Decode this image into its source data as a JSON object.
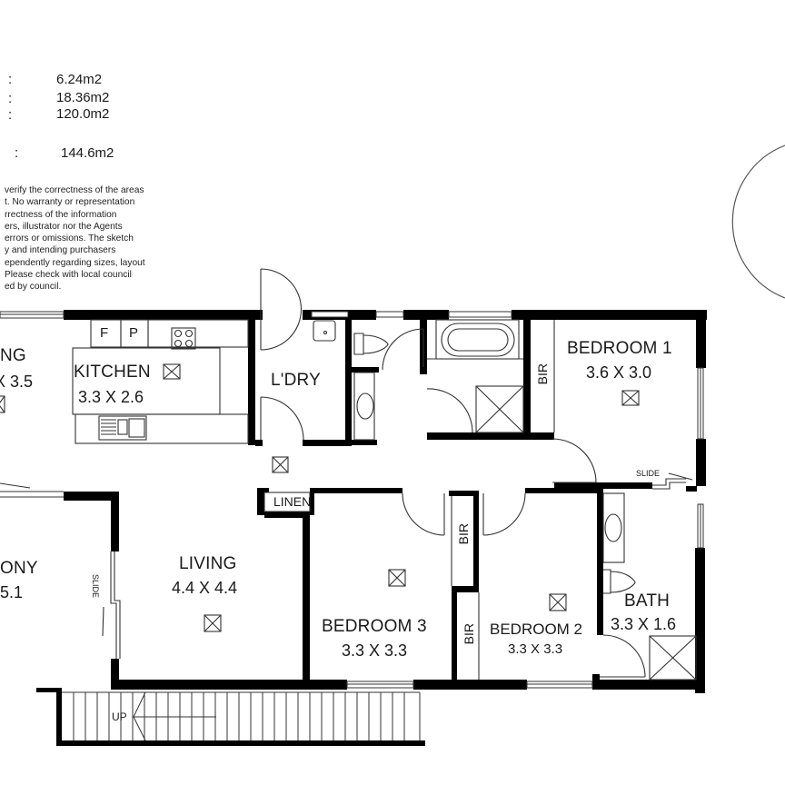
{
  "areas": {
    "rows": [
      {
        "colon": ":",
        "value": "6.24m2"
      },
      {
        "colon": ":",
        "value": "18.36m2"
      },
      {
        "colon": ":",
        "value": "120.0m2"
      }
    ],
    "total": {
      "colon": ":",
      "value": "144.6m2"
    }
  },
  "disclaimer": {
    "lines": [
      "verify the correctness of the areas",
      "t. No warranty or representation",
      "rrectness of the information",
      "ers, illustrator nor the Agents",
      "errors or omissions. The sketch",
      "y and intending purchasers",
      "ependently regarding sizes, layout",
      "Please check with local council",
      "ed by council."
    ]
  },
  "rooms": {
    "dining": {
      "name": "NG",
      "dim": "X 3.5"
    },
    "kitchen": {
      "name": "KITCHEN",
      "dim": "3.3 X 2.6",
      "fridge": "F",
      "pantry": "P"
    },
    "laundry": {
      "name": "L'DRY"
    },
    "bedroom1": {
      "name": "BEDROOM 1",
      "dim": "3.6 X 3.0",
      "robe": "BIR",
      "slide": "SLIDE"
    },
    "linen": {
      "name": "LINEN"
    },
    "balcony": {
      "name": "ONY",
      "dim": "5.1",
      "slide": "SLIDE"
    },
    "living": {
      "name": "LIVING",
      "dim": "4.4 X 4.4"
    },
    "bedroom3": {
      "name": "BEDROOM 3",
      "dim": "3.3 X 3.3",
      "robe": "BIR"
    },
    "bedroom2": {
      "name": "BEDROOM 2",
      "dim": "3.3 X 3.3",
      "robe": "BIR"
    },
    "bath": {
      "name": "BATH",
      "dim": "3.3 X 1.6"
    }
  },
  "stairs": {
    "label": "UP",
    "tread_count": 30
  },
  "colors": {
    "wall": "#000000",
    "line": "#333333",
    "background": "#ffffff"
  }
}
